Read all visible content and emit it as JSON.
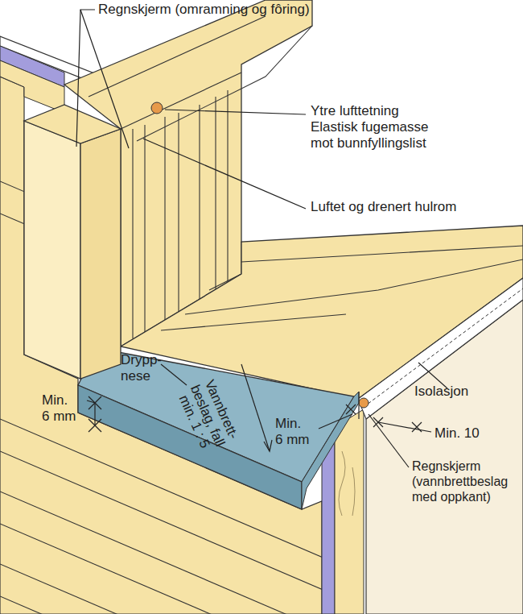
{
  "diagram": {
    "labels": [
      "Regnskjerm (omramning og fôring)",
      "Ytre lufttetning Elastisk fugemasse mot bunnfyllingslist",
      "Luftet og drenert hulrom",
      "Drypp- nese",
      "Vannbrett- beslag, fall min. 1 : 5",
      "Min. 6 mm",
      "Min. 6 mm",
      "Isolasjon",
      "Min. 10",
      "Regnskjerm (vannbrettbeslag med oppkant)"
    ]
  }
}
